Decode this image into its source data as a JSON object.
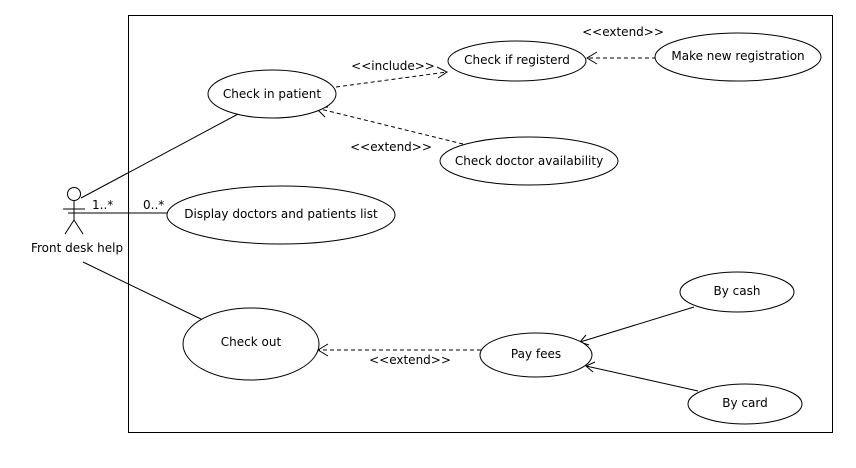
{
  "actor": {
    "name": "Front desk help"
  },
  "use_cases": {
    "check_in": "Check in patient",
    "check_registered": "Check if registerd",
    "new_registration": "Make new registration",
    "doctor_availability": "Check doctor availability",
    "display_list": "Display doctors and patients list",
    "check_out": "Check out",
    "pay_fees": "Pay fees",
    "by_cash": "By cash",
    "by_card": "By card"
  },
  "relationships": {
    "include_checkin_registered": "<<include>>",
    "extend_registration": "<<extend>>",
    "extend_availability": "<<extend>>",
    "extend_payfees": "<<extend>>"
  },
  "multiplicity": {
    "actor_end": "1..*",
    "usecase_end": "0..*"
  }
}
